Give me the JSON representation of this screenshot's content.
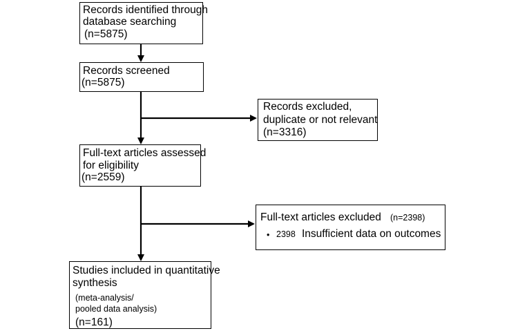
{
  "flowchart": {
    "identified": {
      "line1": "Records identified through",
      "line2": "database searching",
      "count": "(n=5875)"
    },
    "screened": {
      "line1": "Records screened",
      "count": "(n=5875)"
    },
    "excluded_records": {
      "line1": "Records excluded,",
      "line2": "duplicate or not relevant",
      "count": "(n=3316)"
    },
    "eligibility": {
      "line1": "Full-text articles assessed",
      "line2": "for eligibility",
      "count": "(n=2559)"
    },
    "excluded_fulltext": {
      "title": "Full-text articles excluded",
      "count": "(n=2398)",
      "bullet": "•",
      "item_count": "2398",
      "item_text": "Insufficient data on outcomes"
    },
    "included": {
      "line1": "Studies included in quantitative",
      "line2": "synthesis",
      "note1": "(meta-analysis/",
      "note2": "pooled data analysis)",
      "count": "(n=161)"
    }
  }
}
